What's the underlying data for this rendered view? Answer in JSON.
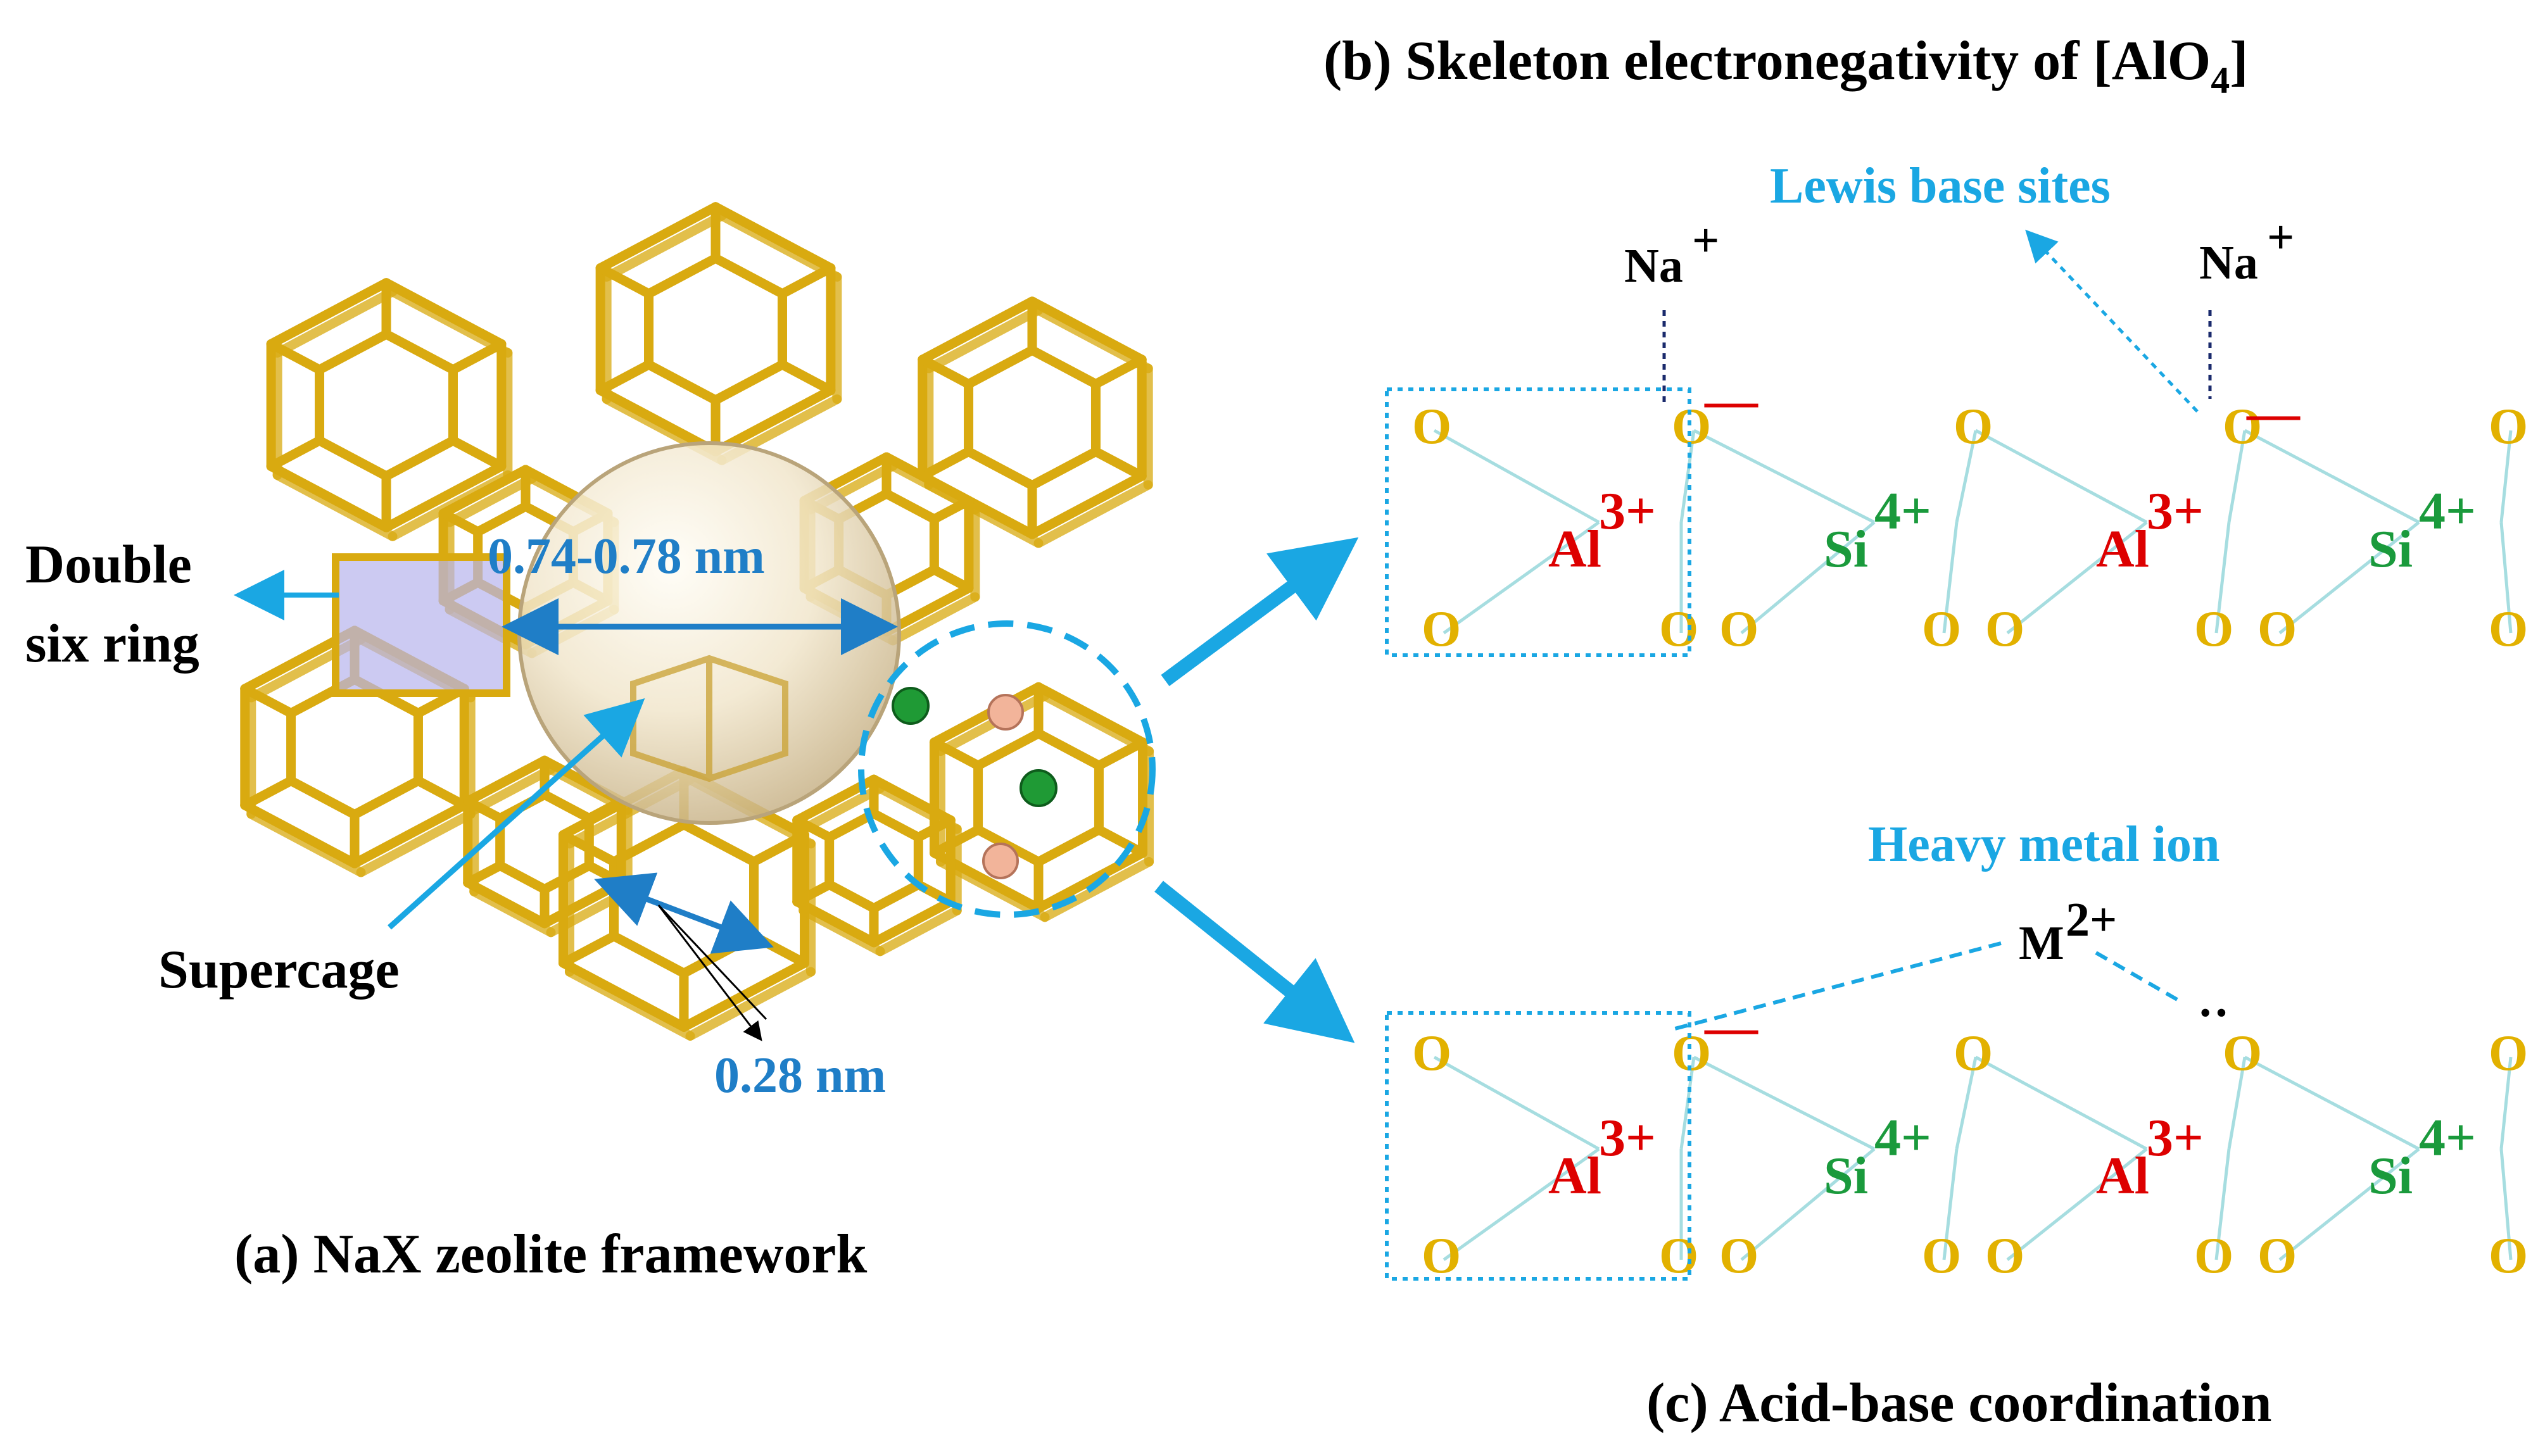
{
  "titles": {
    "a": "(a) NaX zeolite framework",
    "b_main": "(b) Skeleton electronegativity of [AlO",
    "b_sub": "4",
    "b_end": "]",
    "c": "(c) Acid-base coordination"
  },
  "labels": {
    "double_ring_1": "Double",
    "double_ring_2": "six ring",
    "supercage": "Supercage",
    "pore_size": "0.74-0.78 nm",
    "window_size": "0.28 nm",
    "lewis": "Lewis base sites",
    "heavy_metal": "Heavy metal ion"
  },
  "ions": {
    "na": "Na",
    "na_charge": "+",
    "m": "M",
    "m_charge": "2+",
    "minus": "—",
    "lone_pair": "··"
  },
  "chain": {
    "oxygen": "O",
    "al": "Al",
    "al_charge": "3+",
    "si": "Si",
    "si_charge": "4+"
  },
  "colors": {
    "framework": "#d9aa10",
    "accent": "#1aa7e3",
    "dimension": "#1f7ec7",
    "aluminum": "#dd0000",
    "silicon": "#1a9a3c",
    "oxygen": "#e2b100",
    "bond": "#a6dde0"
  }
}
